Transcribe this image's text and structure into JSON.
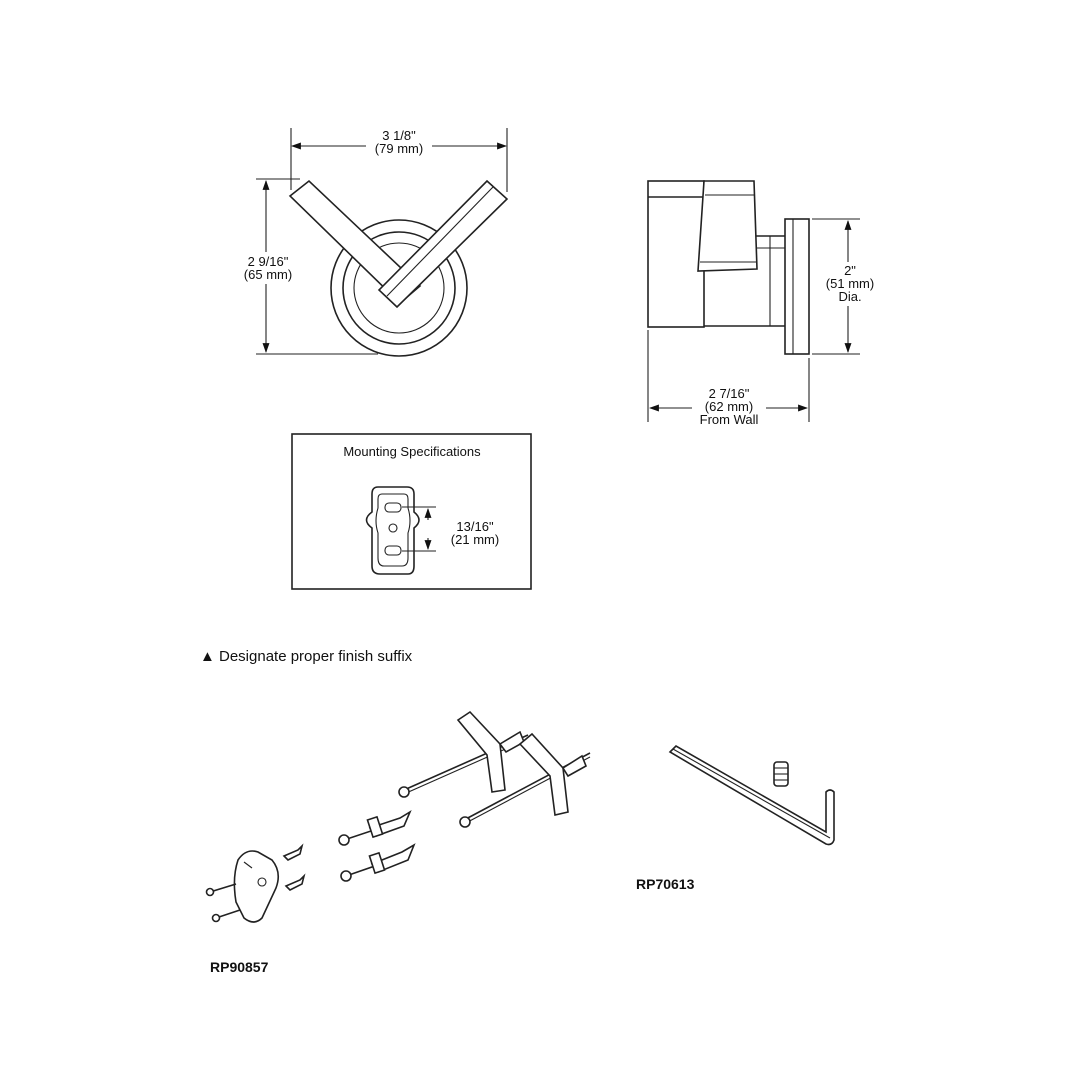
{
  "front_view": {
    "width_in": "3 1/8\"",
    "width_mm": "(79 mm)",
    "height_in": "2 9/16\"",
    "height_mm": "(65 mm)"
  },
  "side_view": {
    "dia_in": "2\"",
    "dia_mm": "(51 mm)",
    "dia_label": "Dia.",
    "depth_in": "2 7/16\"",
    "depth_mm": "(62 mm)",
    "depth_label": "From Wall"
  },
  "mounting": {
    "title": "Mounting Specifications",
    "spacing_in": "13/16\"",
    "spacing_mm": "(21 mm)"
  },
  "note": {
    "symbol": "▲",
    "text": "Designate proper finish suffix"
  },
  "parts": {
    "kit_1": "RP90857",
    "kit_2": "RP70613"
  }
}
